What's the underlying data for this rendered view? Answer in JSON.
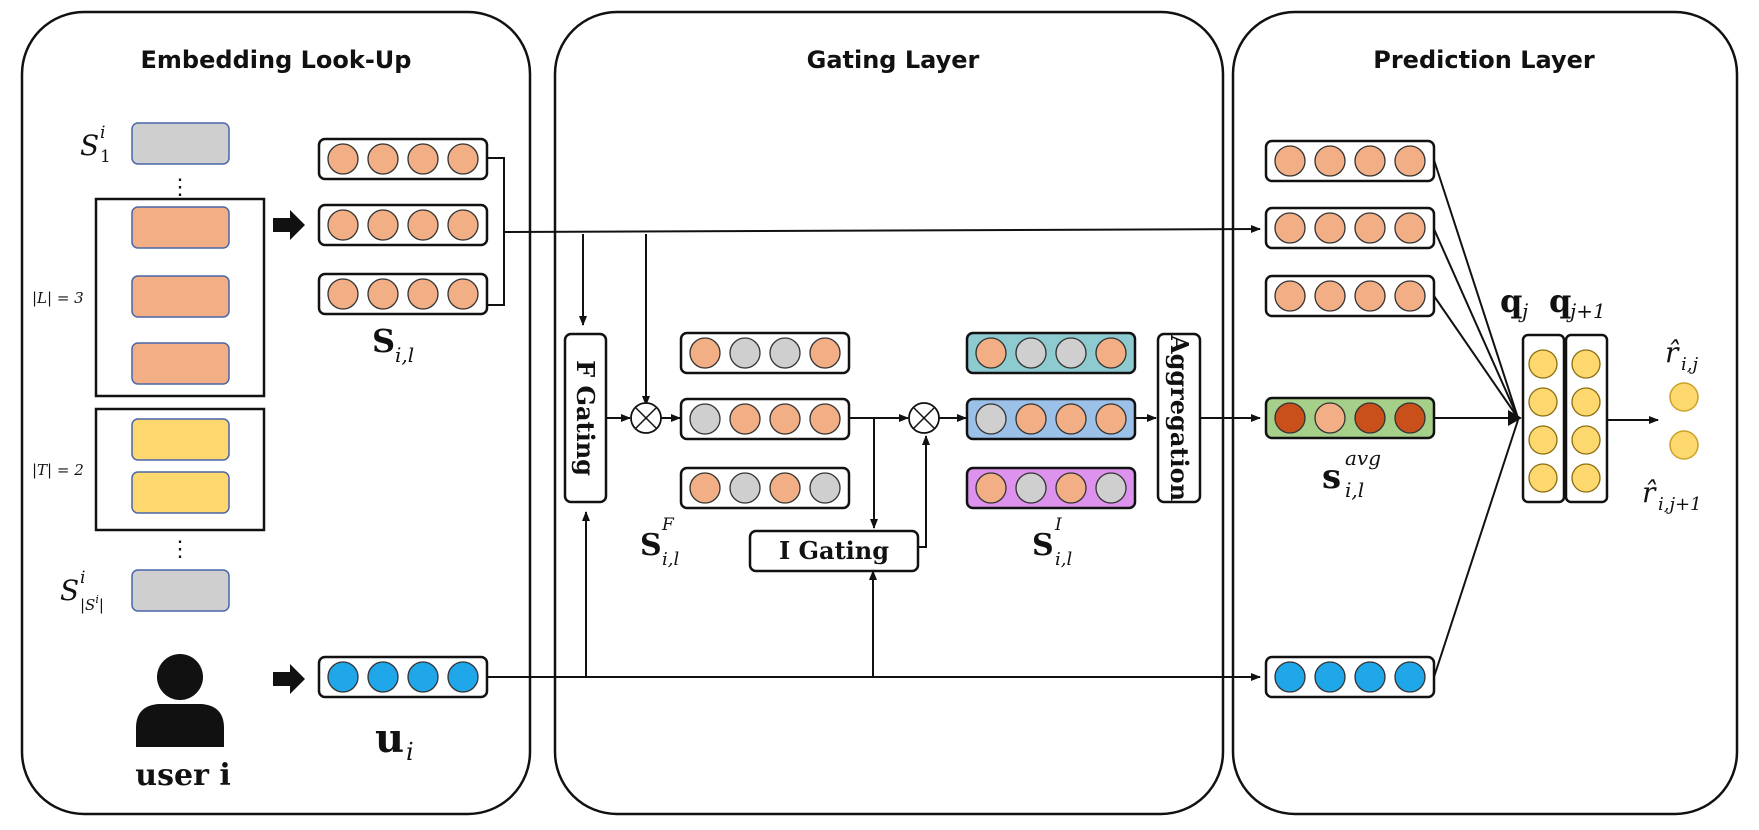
{
  "panels": {
    "embedding": "Embedding Look-Up",
    "gating": "Gating Layer",
    "prediction": "Prediction Layer"
  },
  "labels": {
    "s1_main": "S",
    "s1_sup": "i",
    "s1_sub": "1",
    "slast_main": "S",
    "slast_sup": "i",
    "slast_sub": "|S",
    "slast_subsup": "i",
    "slast_sub_end": "|",
    "L_size": "|L| = 3",
    "T_size": "|T| = 2",
    "S_il_main": "S",
    "S_il_sub": "i,l",
    "u_main": "u",
    "u_sub": "i",
    "user": "user  i",
    "f_gating": "F Gating",
    "i_gating": "I Gating",
    "aggregation": "Aggregation",
    "SF_main": "S",
    "SF_sup": "F",
    "SF_sub": "i,l",
    "SI_main": "S",
    "SI_sup": "I",
    "SI_sub": "i,l",
    "savg_main": "s",
    "savg_sup": "avg",
    "savg_sub": "i,l",
    "qj_main": "q",
    "qj_sub": "j",
    "qj1_main": "q",
    "qj1_sub": "j+1",
    "r1_main": "r̂",
    "r1_sub": "i,j",
    "r2_main": "r̂",
    "r2_sub": "i,j+1"
  },
  "colors": {
    "orange": "#f2ae85",
    "gray": "#cfcfcf",
    "blue": "#1fa7ea",
    "yellow": "#fcd86e",
    "dark_orange": "#c9501b",
    "teal_bg": "#8dcbd0",
    "blue_bg": "#9cc1e8",
    "purple_bg": "#dd92ee",
    "green_bg": "#a6cf8a",
    "item_gray": "#cfcfcf",
    "item_orange": "#f2ae85",
    "item_yellow": "#fcd86e"
  }
}
